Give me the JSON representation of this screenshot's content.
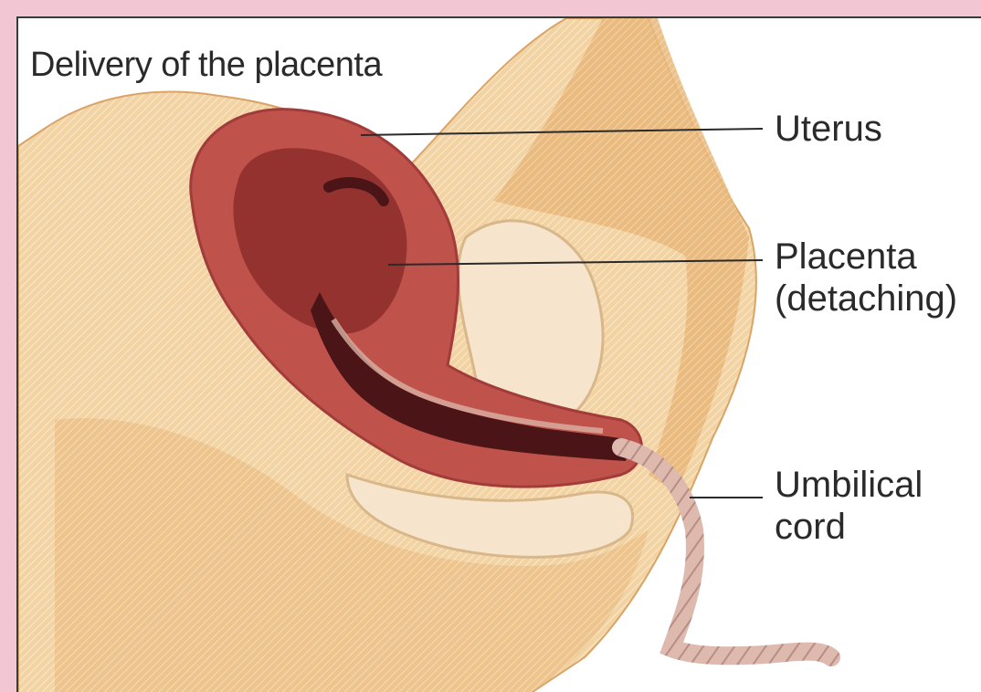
{
  "title": "Delivery of the placenta",
  "labels": {
    "uterus": "Uterus",
    "placenta_line1": "Placenta",
    "placenta_line2": "(detaching)",
    "cord_line1": "Umbilical",
    "cord_line2": "cord"
  },
  "colors": {
    "frame_background": "#f3c6d3",
    "skin": "#f0cf9a",
    "skin_dark": "#e2ad6c",
    "uterus_wall": "#b8494a",
    "placenta": "#8e2c2a",
    "canal_dark": "#4a1416",
    "cord": "#d9b2a8",
    "label_text": "#2a2a2a"
  }
}
